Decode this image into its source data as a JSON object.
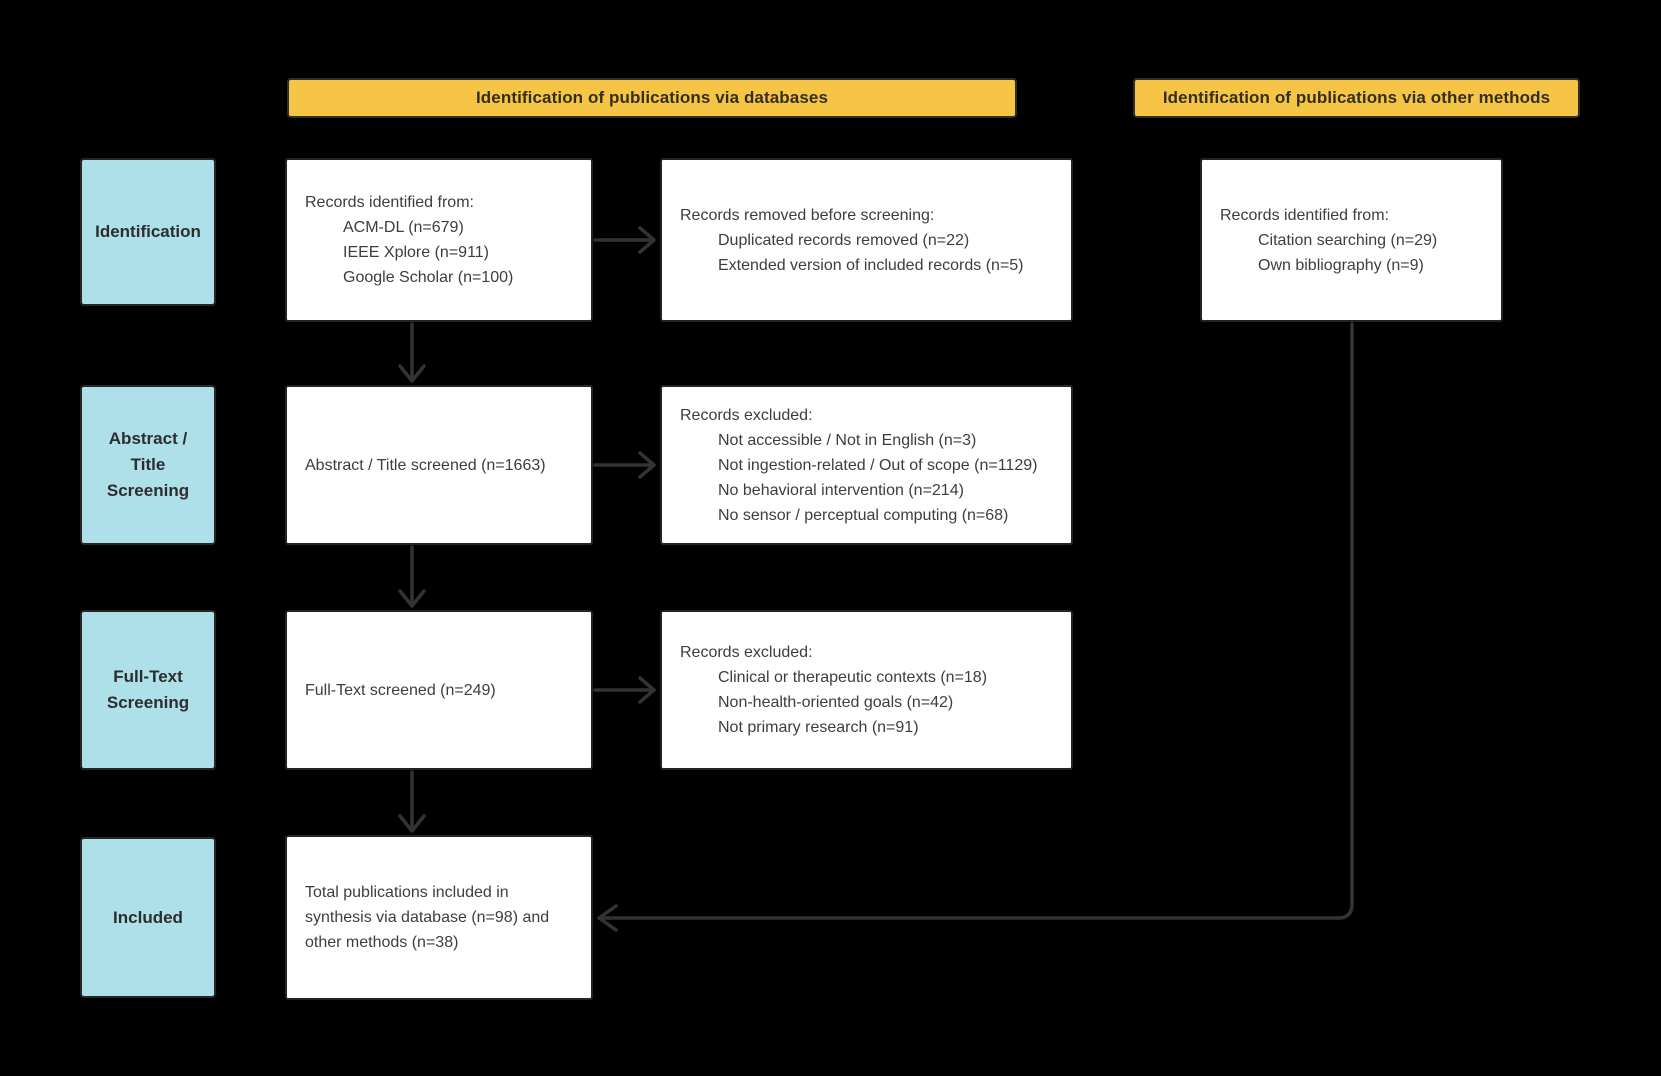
{
  "title": "PRISMA publication screening flow diagram",
  "colors": {
    "background": "#000000",
    "banner_yellow": "#F7C545",
    "stage_blue": "#ADE0E8",
    "box_white": "#FFFFFF",
    "text_dark": "#3D3D3D",
    "arrow_gray": "#333333"
  },
  "banners": {
    "databases": "Identification of publications via databases",
    "other_methods": "Identification of publications via other methods"
  },
  "stages": {
    "identification": "Identification",
    "abstract_title": "Abstract /\nTitle\nScreening",
    "full_text": "Full-Text\nScreening",
    "included": "Included"
  },
  "boxes": {
    "db_records": {
      "title": "Records identified from:",
      "items": [
        "ACM-DL (n=679)",
        "IEEE Xplore (n=911)",
        "Google Scholar (n=100)"
      ]
    },
    "removed_before_screening": {
      "title": "Records removed before screening:",
      "items": [
        "Duplicated records removed (n=22)",
        "Extended version of included records (n=5)"
      ]
    },
    "other_records": {
      "title": "Records identified from:",
      "items": [
        "Citation searching (n=29)",
        "Own bibliography (n=9)"
      ]
    },
    "abstract_screened": {
      "text": "Abstract / Title screened (n=1663)"
    },
    "abstract_excluded": {
      "title": "Records excluded:",
      "items": [
        "Not accessible / Not in English (n=3)",
        "Not ingestion-related / Out of scope (n=1129)",
        "No behavioral intervention (n=214)",
        "No sensor / perceptual computing (n=68)"
      ]
    },
    "fulltext_screened": {
      "text": "Full-Text screened (n=249)"
    },
    "fulltext_excluded": {
      "title": "Records excluded:",
      "items": [
        "Clinical or therapeutic contexts (n=18)",
        "Non-health-oriented goals (n=42)",
        "Not primary research (n=91)"
      ]
    },
    "included_total": {
      "text": "Total publications included in\nsynthesis via database (n=98) and\nother methods (n=38)"
    }
  }
}
